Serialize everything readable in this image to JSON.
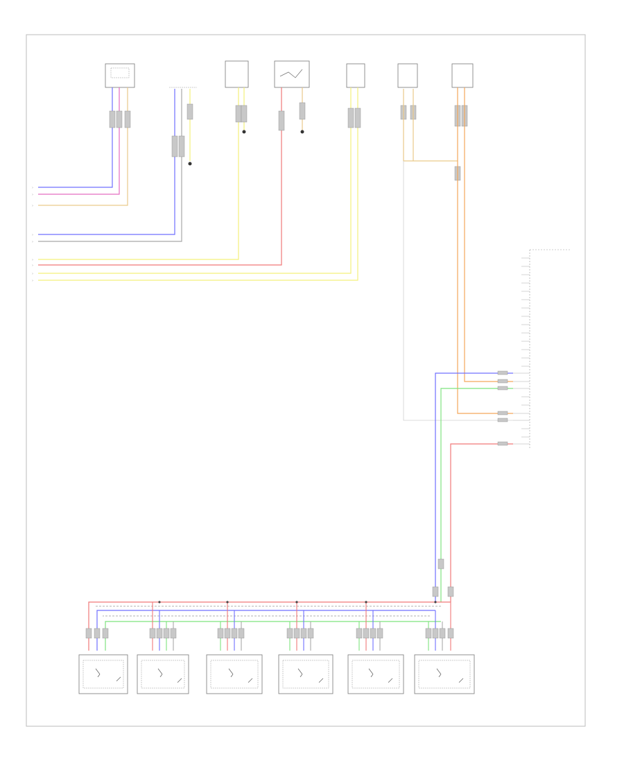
{
  "colors": {
    "frame": "#bbbbbb",
    "blue": "#6f6fff",
    "violet": "#b07af0",
    "magenta": "#e46cc0",
    "gray": "#a8a8a8",
    "yellow": "#f4f07a",
    "red": "#f07878",
    "orange": "#f4a65a",
    "tan": "#e9c98a",
    "green": "#7ee37e",
    "dark": "#555555"
  },
  "top_components": [
    {
      "id": "comp-1",
      "lines": [
        "",
        "",
        ""
      ]
    },
    {
      "id": "comp-2",
      "lines": [
        "",
        ""
      ]
    },
    {
      "id": "comp-3",
      "lines": [
        "",
        ""
      ]
    },
    {
      "id": "comp-4",
      "lines": [
        "",
        "",
        ""
      ]
    },
    {
      "id": "comp-5",
      "lines": [
        "",
        "",
        ""
      ]
    },
    {
      "id": "comp-6",
      "lines": [
        "",
        "",
        ""
      ]
    },
    {
      "id": "comp-7",
      "lines": [
        "",
        "",
        ""
      ]
    }
  ],
  "left_wire_labels": [
    "",
    "",
    "",
    "",
    "",
    "",
    "",
    "",
    ""
  ],
  "module_pin_labels": [
    "",
    "",
    "",
    "",
    "",
    "",
    "",
    ""
  ],
  "module_caption": [
    "",
    "",
    ""
  ],
  "bottom_components": [
    {
      "id": "switch-1",
      "lines": [
        "",
        ""
      ]
    },
    {
      "id": "switch-2",
      "lines": [
        "",
        ""
      ]
    },
    {
      "id": "switch-3",
      "lines": [
        "",
        ""
      ]
    },
    {
      "id": "switch-4",
      "lines": [
        "",
        "",
        "",
        ""
      ]
    },
    {
      "id": "switch-5",
      "lines": [
        "",
        "",
        "",
        "",
        ""
      ]
    },
    {
      "id": "switch-6",
      "lines": [
        "",
        "",
        "",
        ""
      ]
    }
  ],
  "footer_code": ""
}
